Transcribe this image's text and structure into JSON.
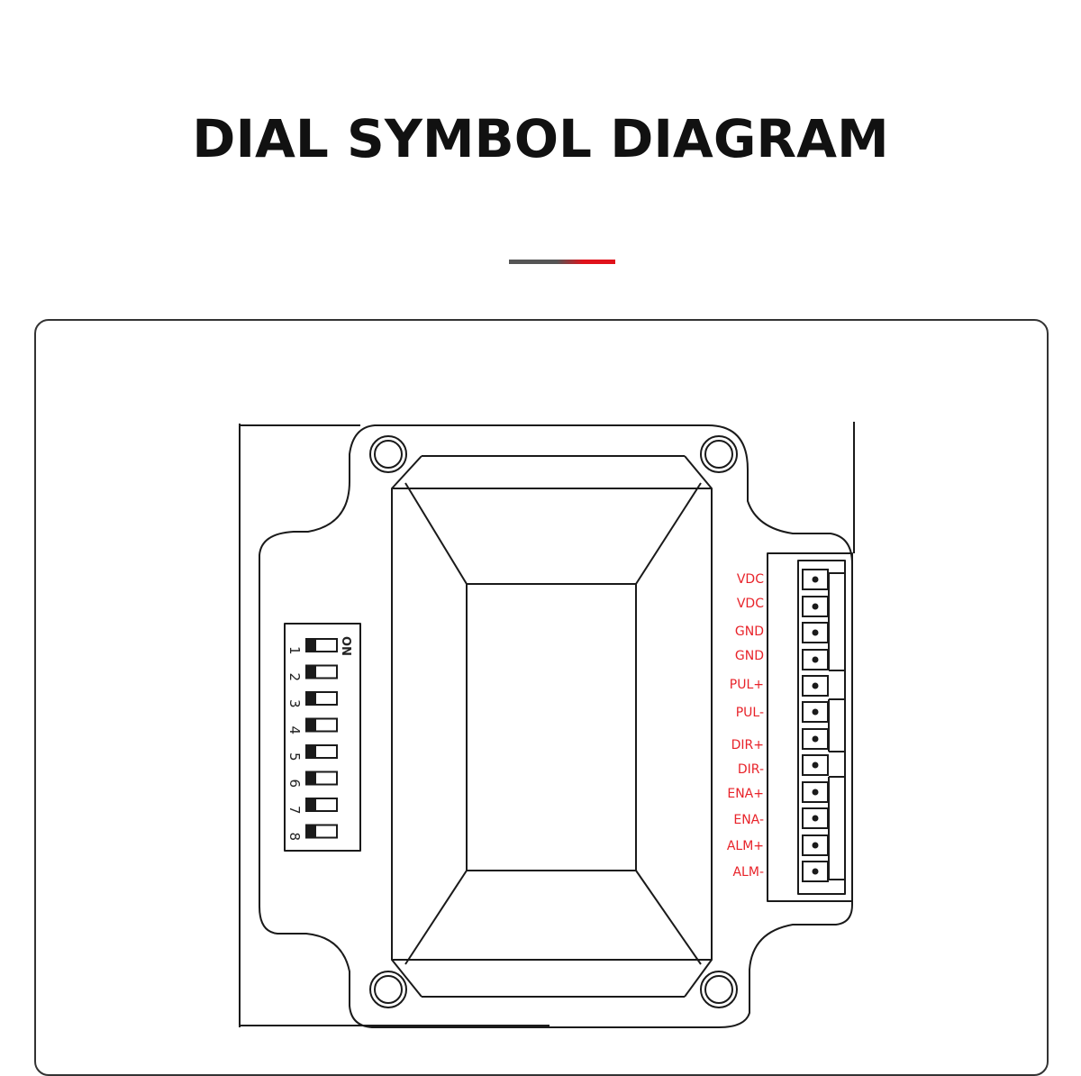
{
  "header": {
    "title": "DIAL SYMBOL DIAGRAM",
    "underline_colors": [
      "#555555",
      "#e0121b"
    ]
  },
  "diagram": {
    "dip_switch": {
      "on_label": "ON",
      "positions": [
        "1",
        "2",
        "3",
        "4",
        "5",
        "6",
        "7",
        "8"
      ]
    },
    "terminal": {
      "label_color": "#e8232a",
      "pins": [
        "VDC",
        "VDC",
        "GND",
        "GND",
        "PUL+",
        "PUL-",
        "DIR+",
        "DIR-",
        "ENA+",
        "ENA-",
        "ALM+",
        "ALM-"
      ]
    }
  }
}
